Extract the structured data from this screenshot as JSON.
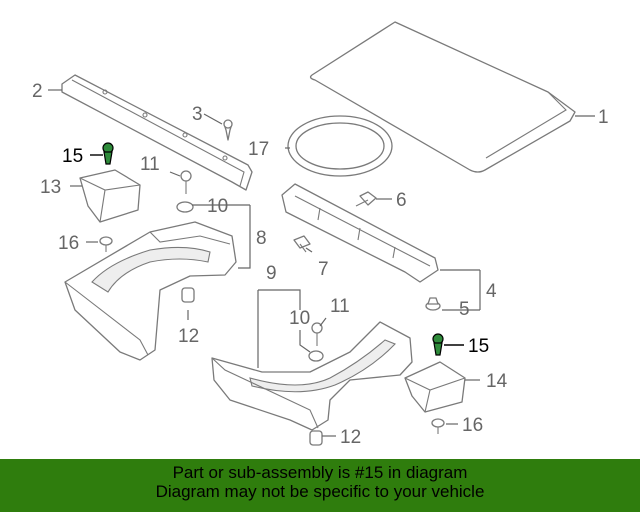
{
  "callouts": {
    "c1": "1",
    "c2": "2",
    "c3": "3",
    "c4": "4",
    "c5": "5",
    "c6": "6",
    "c7": "7",
    "c8": "8",
    "c9": "9",
    "c10a": "10",
    "c10b": "10",
    "c11a": "11",
    "c11b": "11",
    "c12a": "12",
    "c12b": "12",
    "c13": "13",
    "c14": "14",
    "c15a": "15",
    "c15b": "15",
    "c16a": "16",
    "c16b": "16",
    "c17": "17"
  },
  "banner": {
    "line1": "Part or sub-assembly is #15 in diagram",
    "line2": "Diagram may not be specific to your vehicle"
  },
  "colors": {
    "banner_bg": "#2f7d0d",
    "highlight_part": "#2e8b3a"
  }
}
